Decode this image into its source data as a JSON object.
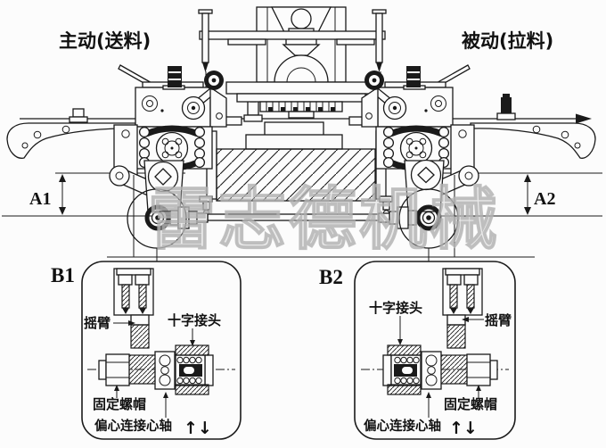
{
  "title_labels": {
    "left": "主动(送料)",
    "right": "被动(拉料)"
  },
  "dimensions": {
    "left": "A1",
    "right": "A2"
  },
  "details": {
    "left": {
      "id": "B1",
      "labels": {
        "rocker_arm": "摇臂",
        "cross_joint": "十字接头",
        "fixing_nut": "固定螺帽",
        "eccentric_spindle": "偏心连接心轴"
      }
    },
    "right": {
      "id": "B2",
      "labels": {
        "rocker_arm": "摇臂",
        "cross_joint": "十字接头",
        "fixing_nut": "固定螺帽",
        "eccentric_spindle": "偏心连接心轴"
      }
    }
  },
  "icons": {
    "updown_arrows": "↑↓"
  },
  "watermark": {
    "text": "雷志德机械"
  },
  "colors": {
    "line": "#1a1a1a",
    "watermark": "#cdcdcd",
    "background": "#fcfcfc"
  }
}
